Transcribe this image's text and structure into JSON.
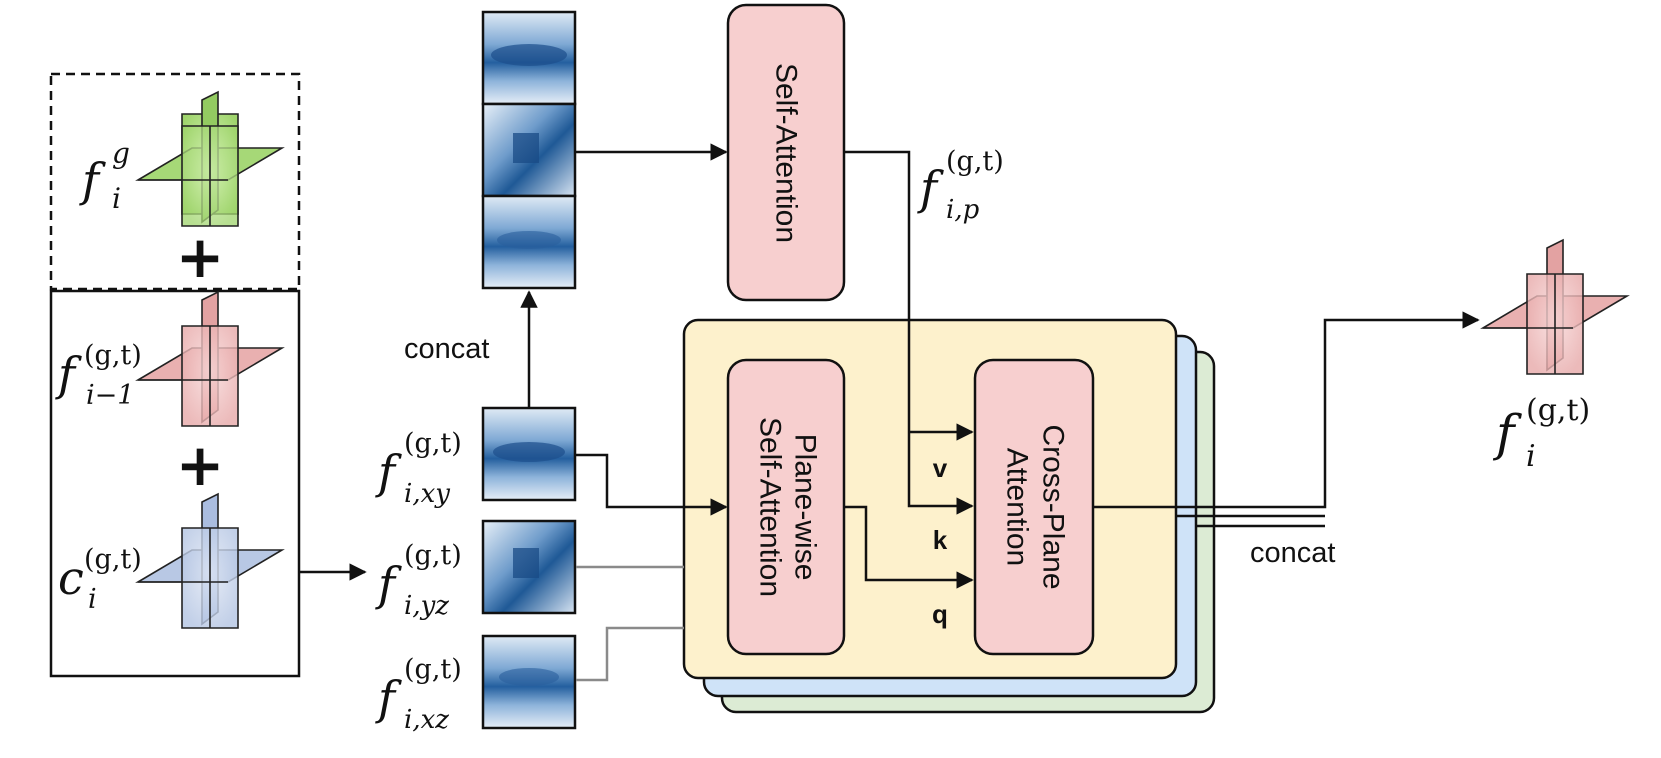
{
  "blocks": {
    "self_attention": "Self-Attention",
    "plane_wise_line1": "Plane-wise",
    "plane_wise_line2": "Self-Attention",
    "cross_plane_line1": "Cross-Plane",
    "cross_plane_line2": "Attention"
  },
  "labels": {
    "concat_top": "concat",
    "concat_right": "concat",
    "plus": "+",
    "q": "q",
    "k": "k",
    "v": "v"
  },
  "symbols": {
    "global_feature": {
      "base": "f",
      "sub": "i",
      "sup": "g"
    },
    "prev_feature": {
      "base": "f",
      "sub": "i−1",
      "sup": "(g,t)"
    },
    "condition": {
      "base": "c",
      "sub": "i",
      "sup": "(g,t)"
    },
    "plane_xy": {
      "base": "f",
      "sub": "i,xy",
      "sup": "(g,t)"
    },
    "plane_yz": {
      "base": "f",
      "sub": "i,yz",
      "sup": "(g,t)"
    },
    "plane_xz": {
      "base": "f",
      "sub": "i,xz",
      "sup": "(g,t)"
    },
    "plane_p": {
      "base": "f",
      "sub": "i,p",
      "sup": "(g,t)"
    },
    "output": {
      "base": "f",
      "sub": "i",
      "sup": "(g,t)"
    }
  },
  "colors": {
    "green_plane": "#b5e38a",
    "red_plane": "#efbcbc",
    "blue_plane": "#c5d3ea",
    "attention_box": "#f7cfcf",
    "yellow_layer": "#fdf1cc",
    "blue_layer": "#cfe3f8",
    "green_layer": "#dcebd4",
    "feature_map": "#2f6fb0"
  }
}
